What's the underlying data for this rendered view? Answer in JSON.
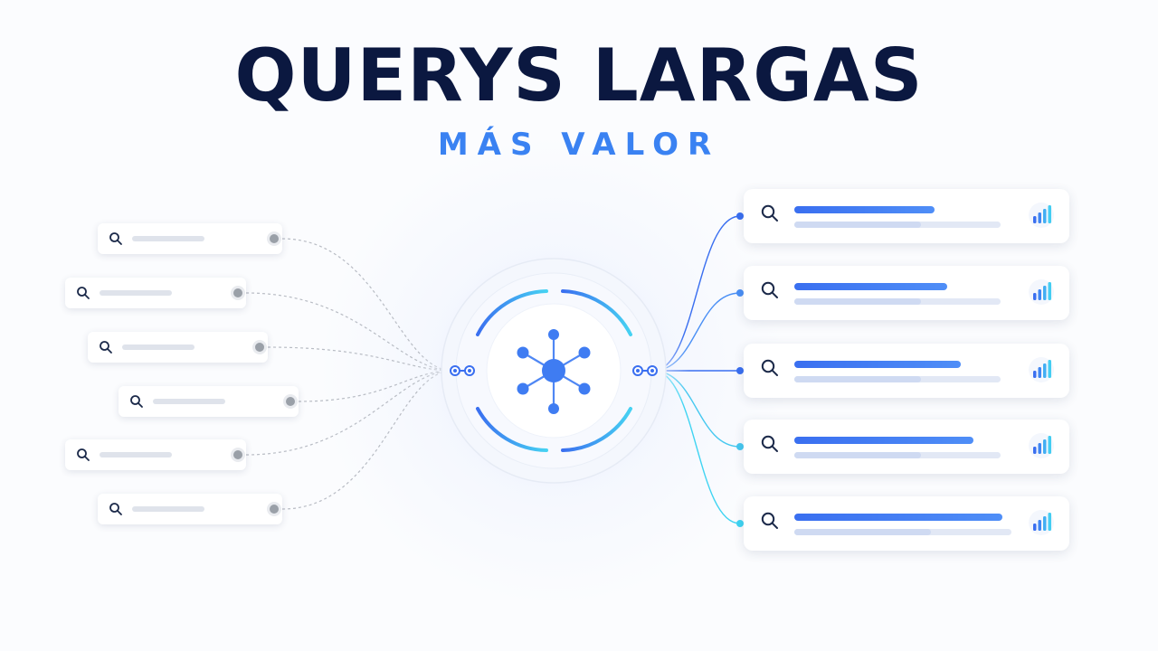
{
  "title": "QUERYS LARGAS",
  "subtitle": "MÁS VALOR",
  "colors": {
    "title": "#0b1840",
    "accent": "#3a82f2",
    "cyan": "#3fd3f0",
    "short_query_port": "#9aa0a8"
  },
  "icons": {
    "query": "search-icon",
    "hub": "network-hub-icon",
    "metric": "signal-bars-icon"
  },
  "short_queries_count": 6,
  "long_queries": [
    {
      "title_fill": 0.43,
      "detail_fill": 0.39
    },
    {
      "title_fill": 0.47,
      "detail_fill": 0.39
    },
    {
      "title_fill": 0.51,
      "detail_fill": 0.39
    },
    {
      "title_fill": 0.55,
      "detail_fill": 0.39
    },
    {
      "title_fill": 0.64,
      "detail_fill": 0.42
    }
  ]
}
